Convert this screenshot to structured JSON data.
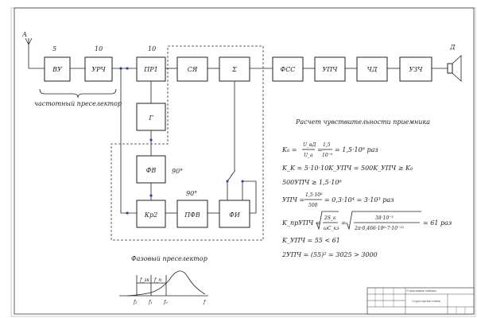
{
  "blocks": {
    "vu": "ВУ",
    "urch": "УРЧ",
    "pr1": "ПР1",
    "sr": "СЯ",
    "sigma": "Σ",
    "fss": "ФСС",
    "upch": "УПЧ",
    "chd": "ЧД",
    "uzch": "УЗЧ",
    "g": "Г",
    "fv": "ФВ",
    "kr2": "Кр2",
    "pfv": "ПФВ",
    "fi": "ФИ"
  },
  "labels": {
    "antenna": "А",
    "speaker": "Д",
    "n_vu": "5",
    "n_urch": "10",
    "n_pr1": "10",
    "deg_fv": "90°",
    "deg_pfv": "90°",
    "freq_preselector": "частотный преселектор",
    "phase_preselector": "Фазовый преселектор"
  },
  "graph": {
    "x_axis": "f",
    "ticks": [
      "f₂",
      "f₁",
      "f₀"
    ],
    "dims": [
      "f_зк",
      "f_п"
    ]
  },
  "calc": {
    "title": "Расчет чувствительности приемника",
    "e1_lhs": "K₀ =",
    "e1_num": "U_вД",
    "e1_den": "U_a",
    "e1_eq": "=",
    "e1_num2": "1,5",
    "e1_den2": "10⁻⁶",
    "e1_res": "= 1,5·10⁶ раз",
    "e2": "K_K = 5·10·10K_УПЧ = 500K_УПЧ ≥ K₀",
    "e3": "500УПЧ ≥ 1,5·10⁶",
    "e4_lhs": "УПЧ =",
    "e4_num": "1,5·10⁶",
    "e4_den": "500",
    "e4_res": "= 0,3·10⁴ = 3·10³ раз",
    "e5_lhs": "K_прУПЧ =",
    "e5_sq1_num": "2S_к",
    "e5_sq1_den": "ωC_кэ",
    "e5_eq": "=",
    "e5_sq2_num": "38·10⁻³",
    "e5_sq2_den": "2π·0,466·10⁶·7·10⁻¹²",
    "e5_res": "= 61 раз",
    "e6": "K_УПЧ = 55 < 61",
    "e7": "2УПЧ = (55)² = 3025 > 3000"
  },
  "stamp": {
    "org": "Отраслевые наборы",
    "doc": "Структурная схема"
  }
}
